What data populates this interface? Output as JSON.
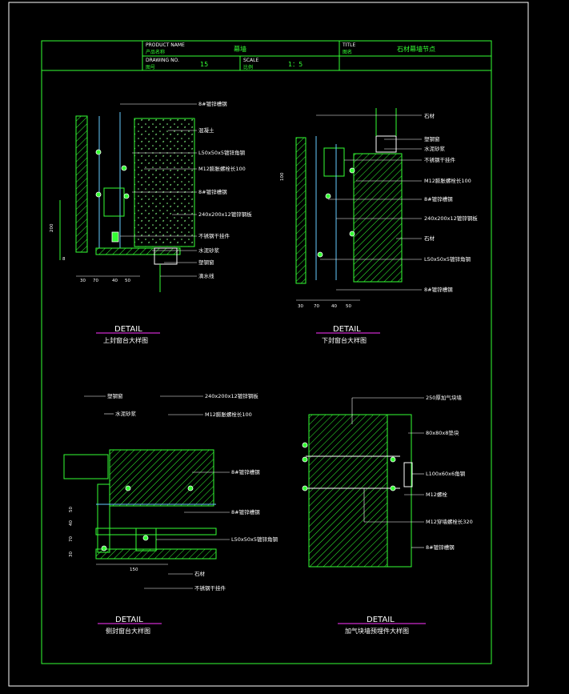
{
  "title_block": {
    "product_name_en": "PRODUCT NAME",
    "product_name_cn": "产品名称",
    "product_name_value": "幕墙",
    "drawing_no_en": "DRAWING NO.",
    "drawing_no_cn": "图号",
    "drawing_no_value": "15",
    "scale_en": "SCALE",
    "scale_cn": "比例",
    "scale_value": "1：5",
    "title_en": "TITLE",
    "title_cn": "图名",
    "title_value": "石材幕墙节点"
  },
  "details": [
    {
      "heading": "DETAIL",
      "caption": "上封窗台大样图",
      "labels": [
        "8#镀锌槽钢",
        "混凝土",
        "L50x50x5镀锌角钢",
        "M12膨胀螺栓长100",
        "8#镀锌槽钢",
        "240x200x12镀锌钢板",
        "不锈钢干挂件",
        "水泥砂浆",
        "塑钢窗",
        "滴水线"
      ],
      "dims": [
        "200",
        "30",
        "70",
        "40",
        "50",
        "8"
      ]
    },
    {
      "heading": "DETAIL",
      "caption": "下封窗台大样图",
      "labels": [
        "石材",
        "塑钢窗",
        "水泥砂浆",
        "不锈钢干挂件",
        "M12膨胀螺栓长100",
        "8#镀锌槽钢",
        "240x200x12镀锌钢板",
        "石材",
        "L50x50x5镀锌角钢",
        "8#镀锌槽钢"
      ],
      "dims": [
        "100",
        "30",
        "70",
        "40",
        "50"
      ]
    },
    {
      "heading": "DETAIL",
      "caption": "侧封窗台大样图",
      "labels": [
        "塑钢窗",
        "水泥砂浆",
        "240x200x12镀锌钢板",
        "M12膨胀螺栓长100",
        "8#镀锌槽钢",
        "8#镀锌槽钢",
        "L50x50x5镀锌角钢",
        "石材",
        "不锈钢干挂件"
      ],
      "dims": [
        "50",
        "40",
        "70",
        "30",
        "150"
      ]
    },
    {
      "heading": "DETAIL",
      "caption": "加气块墙预埋件大样图",
      "labels": [
        "250厚加气块墙",
        "80x80x8垫块",
        "L100x60x6角钢",
        "M12螺栓",
        "M12穿墙螺栓长320",
        "8#镀锌槽钢"
      ]
    }
  ]
}
